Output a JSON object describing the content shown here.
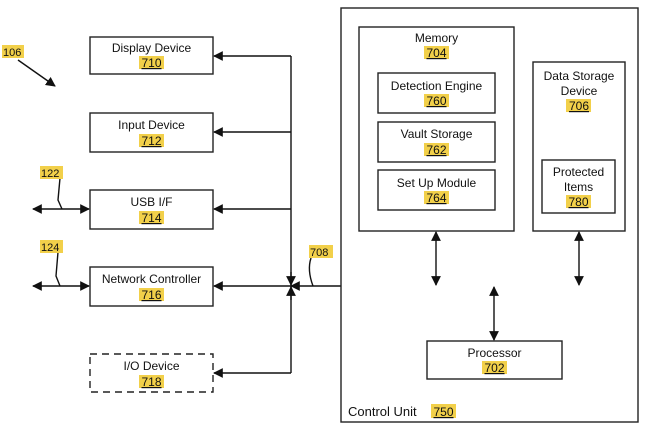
{
  "figure_ref": "106",
  "bus_ref": "708",
  "usb_line_ref": "122",
  "net_line_ref": "124",
  "external": {
    "display": {
      "label": "Display Device",
      "ref": "710"
    },
    "input": {
      "label": "Input Device",
      "ref": "712"
    },
    "usb": {
      "label": "USB I/F",
      "ref": "714"
    },
    "network": {
      "label": "Network Controller",
      "ref": "716"
    },
    "io": {
      "label": "I/O Device",
      "ref": "718"
    }
  },
  "control_unit": {
    "label": "Control Unit",
    "ref": "750",
    "memory": {
      "label": "Memory",
      "ref": "704",
      "modules": [
        {
          "label": "Detection Engine",
          "ref": "760"
        },
        {
          "label": "Vault Storage",
          "ref": "762"
        },
        {
          "label": "Set Up Module",
          "ref": "764"
        }
      ]
    },
    "data_storage": {
      "label_line1": "Data Storage",
      "label_line2": "Device",
      "ref": "706",
      "item": {
        "label_line1": "Protected",
        "label_line2": "Items",
        "ref": "780"
      }
    },
    "processor": {
      "label": "Processor",
      "ref": "702"
    }
  }
}
